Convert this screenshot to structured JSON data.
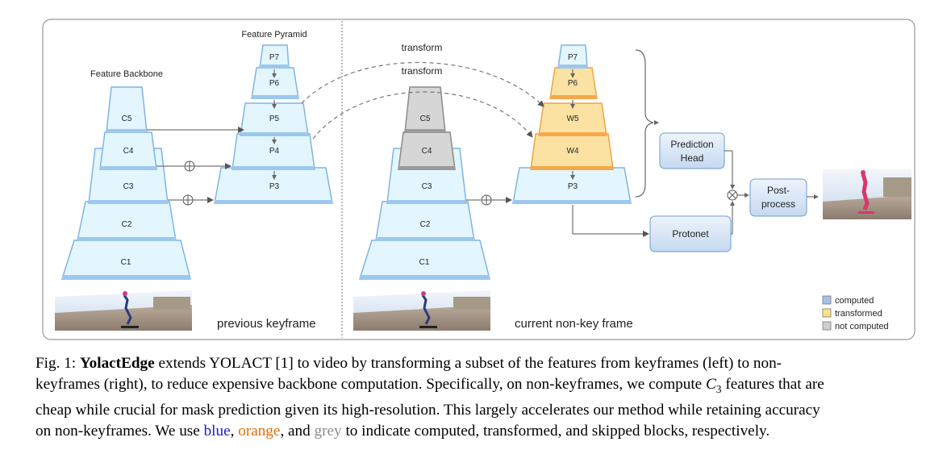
{
  "figure": {
    "labels": {
      "feature_pyramid": "Feature Pyramid",
      "feature_backbone": "Feature Backbone",
      "transform_top": "transform",
      "transform_bottom": "transform",
      "previous_keyframe": "previous keyframe",
      "current_nonkey": "current non-key frame",
      "prediction_head_1": "Prediction",
      "prediction_head_2": "Head",
      "protonet": "Protonet",
      "postprocess_1": "Post-",
      "postprocess_2": "process"
    },
    "left_backbone": [
      "C5",
      "C4",
      "C3",
      "C2",
      "C1"
    ],
    "left_pyramid": [
      "P7",
      "P6",
      "P5",
      "P4",
      "P3"
    ],
    "right_backbone": [
      "C5",
      "C4",
      "C3",
      "C2",
      "C1"
    ],
    "right_pyramid": [
      "P7",
      "P6",
      "W5",
      "W4",
      "P3"
    ],
    "legend": [
      {
        "label": "computed",
        "color": "#a8c2e6"
      },
      {
        "label": "transformed",
        "color": "#fbe08a"
      },
      {
        "label": "not computed",
        "color": "#cfcfcf"
      }
    ],
    "colors": {
      "computed_fill": "#e3f6fd",
      "computed_stroke": "#7fb4e6",
      "transformed_fill": "#fbe2a2",
      "transformed_stroke": "#f0a44a",
      "not_computed_fill": "#cfcfcf",
      "not_computed_stroke": "#8a8a8a"
    }
  },
  "caption": {
    "prefix": "Fig. 1: ",
    "name": "YolactEdge",
    "line1_rest": " extends YOLACT [1] to video by transforming a subset of the features from keyframes (left) to non-",
    "line2_a": "keyframes (right), to reduce expensive backbone computation. Specifically, on non-keyframes, we compute ",
    "line2_math": "C",
    "line2_sub": "3",
    "line2_b": " features that are",
    "line3": "cheap while crucial for mask prediction given its high-resolution. This largely accelerates our method while retaining accuracy",
    "line4_a": "on non-keyframes. We use ",
    "word_blue": "blue",
    "sep1": ", ",
    "word_orange": "orange",
    "sep2": ", and ",
    "word_grey": "grey",
    "line4_b": " to indicate computed, transformed, and skipped blocks, respectively."
  }
}
